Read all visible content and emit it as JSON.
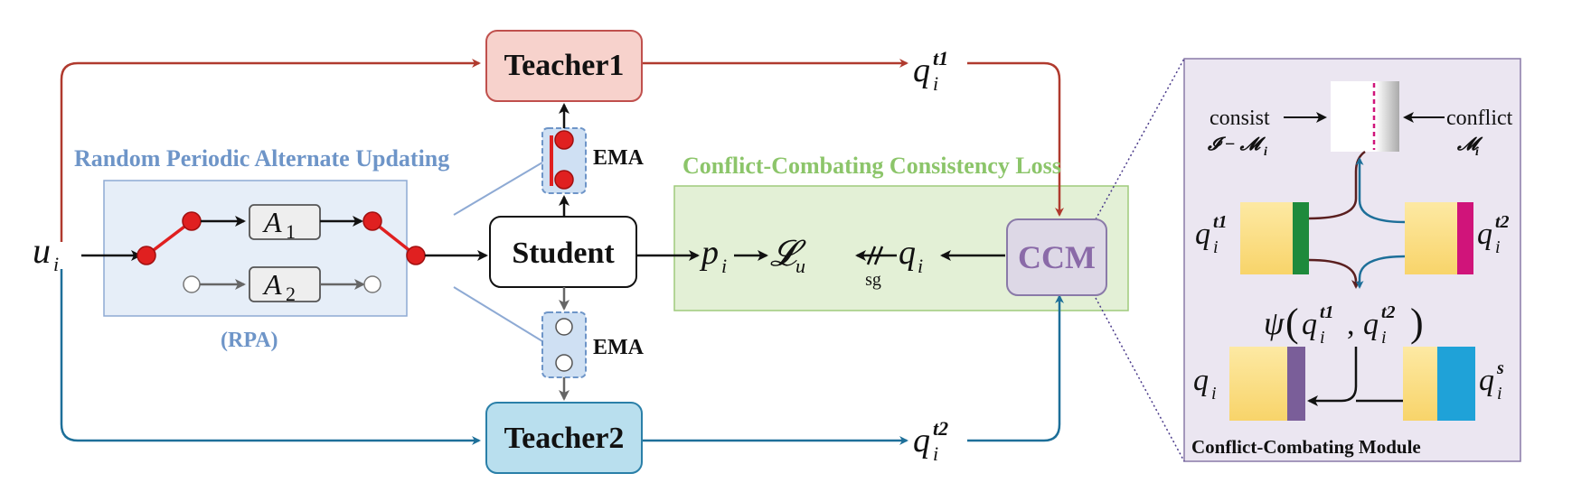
{
  "labels": {
    "teacher1": "Teacher1",
    "teacher2": "Teacher2",
    "student": "Student",
    "ccm": "CCM",
    "rpa_title": "Random Periodic Alternate Updating",
    "rpa_abbr": "(RPA)",
    "ema": "EMA",
    "loss_title": "Conflict-Combating Consistency Loss",
    "module_title": "Conflict-Combating Module",
    "sg": "sg",
    "consist": "consist",
    "conflict": "conflict",
    "consist_expr": "𝓘 − 𝓜",
    "conflict_expr": "𝓜",
    "psi": "ψ"
  },
  "symbols": {
    "u": "u",
    "i": "i",
    "p": "p",
    "q": "q",
    "L": "𝓛",
    "Lsub": "u",
    "A": "A",
    "A1": "1",
    "A2": "2",
    "t1": "t1",
    "t2": "t2",
    "s": "s"
  },
  "colors": {
    "teacher1_fill": "#f7d2cc",
    "teacher1_border": "#c0504d",
    "teacher2_fill": "#b9dfee",
    "teacher2_border": "#2a7fa8",
    "red_arrow": "#b03a2e",
    "blue_arrow": "#1d6f99",
    "rpa_fill": "#e6eef8",
    "rpa_border": "#8eaad4",
    "rpa_text": "#6e95c8",
    "loss_fill": "#e3f0d6",
    "loss_border": "#9fca7c",
    "loss_text": "#8cc56a",
    "ccm_fill": "#ddd8e6",
    "ccm_text": "#8a6aa8",
    "module_fill": "#ebe6f1",
    "module_border": "#8a7aa8",
    "node_red": "#e02020",
    "yellow": "#fbdc7a",
    "green_bar": "#1e8a3c",
    "magenta_bar": "#d0147a",
    "purple_bar": "#7a5e99",
    "cyan_bar": "#1fa2d8"
  }
}
